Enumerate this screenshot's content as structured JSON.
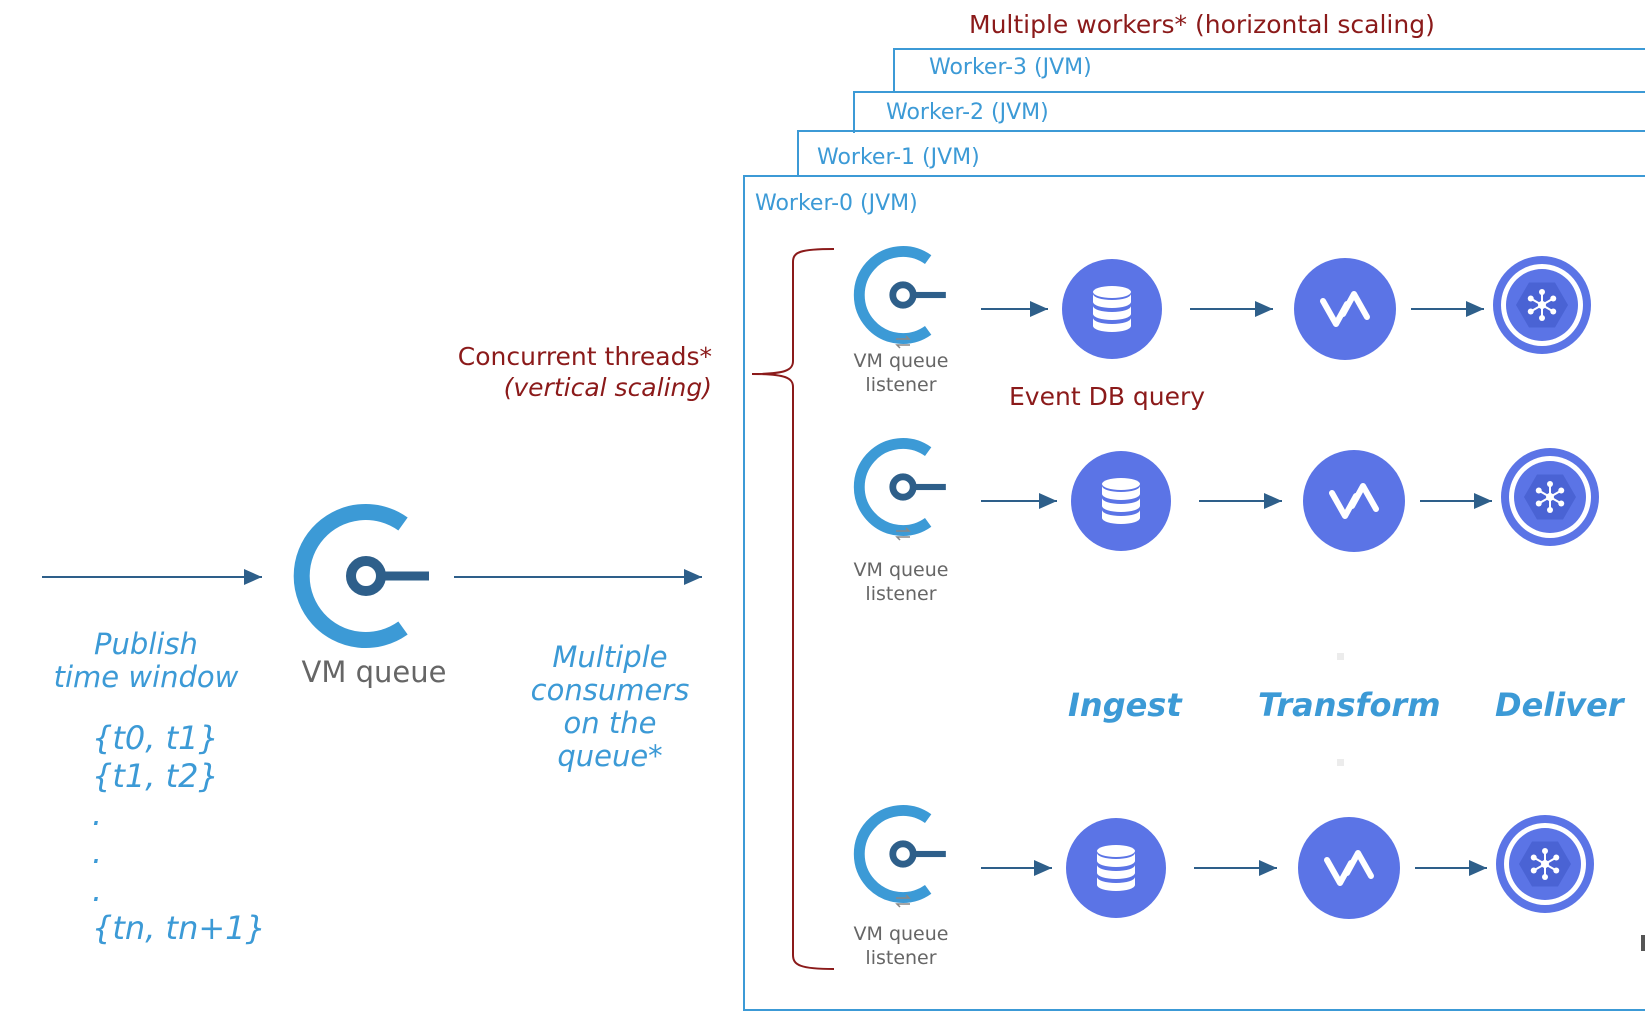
{
  "header": {
    "workers_title": "Multiple workers* (horizontal scaling)"
  },
  "workers": [
    {
      "label": "Worker-3 (JVM)"
    },
    {
      "label": "Worker-2 (JVM)"
    },
    {
      "label": "Worker-1 (JVM)"
    },
    {
      "label": "Worker-0 (JVM)"
    }
  ],
  "threads": {
    "line1": "Concurrent threads*",
    "line2": "(vertical scaling)"
  },
  "publish": {
    "line1": "Publish",
    "line2": "time window",
    "windows": [
      "{t0, t1}",
      "{t1, t2}",
      ".",
      ".",
      ".",
      "{tn, tn+1}"
    ]
  },
  "queue": {
    "label": "VM queue"
  },
  "consumers": {
    "lines": [
      "Multiple",
      "consumers",
      "on the",
      "queue*"
    ]
  },
  "listener": {
    "line1": "VM queue",
    "line2": "listener"
  },
  "event_db_query": "Event DB query",
  "stages": {
    "ingest": "Ingest",
    "transform": "Transform",
    "deliver": "Deliver"
  },
  "icons": {
    "queue": "vm-queue-icon",
    "database": "database-icon",
    "transform": "transform-icon",
    "deliver": "hexagon-network-icon"
  },
  "colors": {
    "worker_border": "#3c9ad6",
    "accent_red": "#8b1a1a",
    "node_fill": "#5b74e6",
    "arrow": "#2e5f8a",
    "queue_light": "#3c9ad6",
    "queue_dark": "#2e5f8a"
  }
}
